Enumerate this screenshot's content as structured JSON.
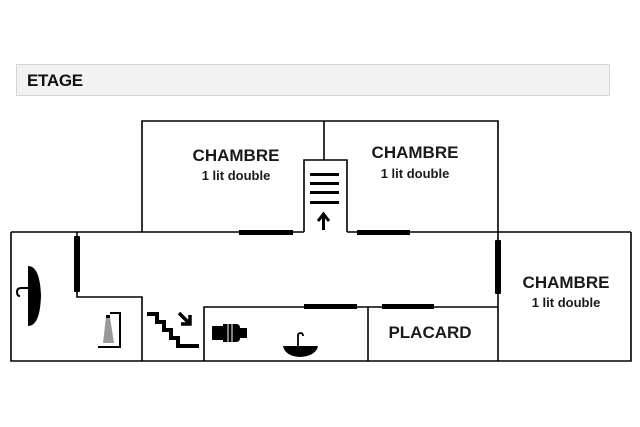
{
  "header": {
    "title": "ETAGE"
  },
  "rooms": {
    "bedroom_top_left": {
      "name": "CHAMBRE",
      "detail": "1 lit double"
    },
    "bedroom_top_right": {
      "name": "CHAMBRE",
      "detail": "1 lit double"
    },
    "bedroom_right": {
      "name": "CHAMBRE",
      "detail": "1 lit double"
    },
    "closet": {
      "name": "PLACARD"
    }
  },
  "icons": {
    "stairs_up": "stairs-up-icon",
    "stairs_down": "stairs-down-icon",
    "shower": "shower-icon",
    "bathtub": "bathtub-icon",
    "toilet": "toilet-icon",
    "sink": "sink-icon"
  },
  "colors": {
    "wall": "#000000",
    "door": "#000000",
    "header_bg": "#f2f2f2"
  }
}
